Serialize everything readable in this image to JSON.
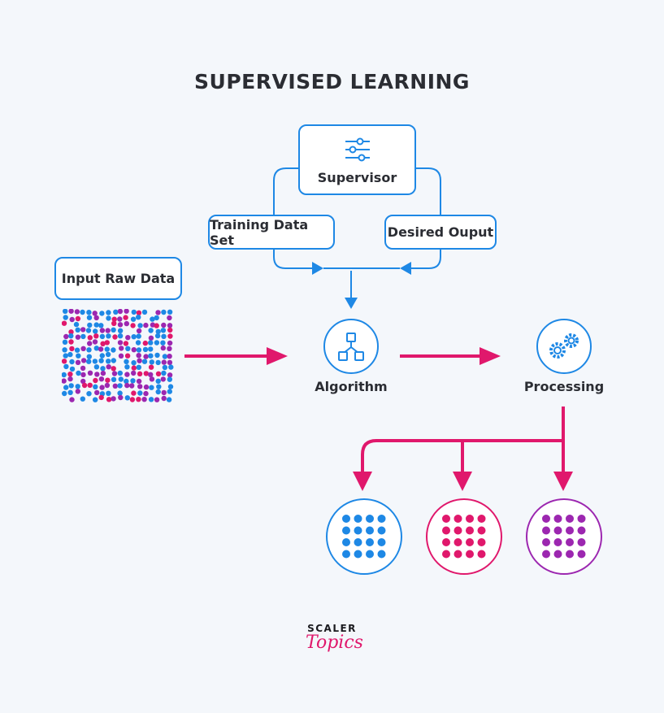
{
  "title": "SUPERVISED LEARNING",
  "nodes": {
    "supervisor": {
      "label": "Supervisor",
      "icon": "sliders-icon"
    },
    "training_data": {
      "label": "Training Data Set"
    },
    "desired_output": {
      "label": "Desired Ouput"
    },
    "input_raw": {
      "label": "Input Raw Data"
    },
    "algorithm": {
      "label": "Algorithm",
      "icon": "network-icon"
    },
    "processing": {
      "label": "Processing",
      "icon": "gears-icon"
    }
  },
  "outputs": [
    {
      "name": "blue-cluster",
      "color": "#1e88e5"
    },
    {
      "name": "pink-cluster",
      "color": "#e0186c"
    },
    {
      "name": "purple-cluster",
      "color": "#9c27b0"
    }
  ],
  "colors": {
    "blue": "#1e88e5",
    "pink": "#e0186c",
    "purple": "#9c27b0",
    "text": "#2b2d33",
    "background": "#f4f7fb"
  },
  "brand": {
    "line1": "SCALER",
    "line2": "Topics"
  }
}
